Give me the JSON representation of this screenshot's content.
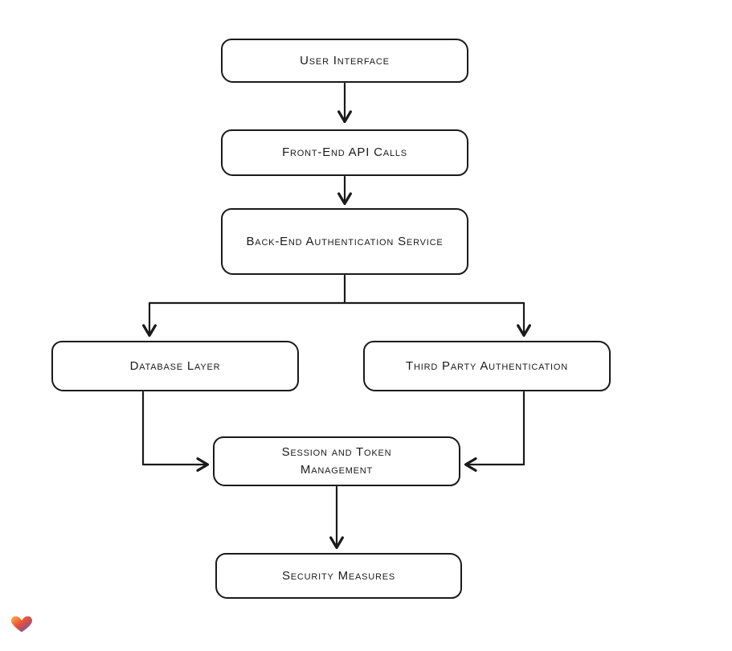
{
  "page": {
    "background_color": "#ffffff"
  },
  "diagram": {
    "type": "flowchart",
    "stroke_color": "#1a1a1a",
    "node_fill": "#ffffff",
    "nodes": {
      "user_interface": {
        "label": "User Interface"
      },
      "front_end_api_calls": {
        "label": "Front-End API Calls"
      },
      "back_end_auth_service": {
        "label": "Back-End Authentication Service"
      },
      "database_layer": {
        "label": "Database Layer"
      },
      "third_party_auth": {
        "label": "Third Party Authentication"
      },
      "session_token_mgmt": {
        "label": "Session and Token Management"
      },
      "security_measures": {
        "label": "Security Measures"
      }
    },
    "edges": [
      {
        "from": "user_interface",
        "to": "front_end_api_calls"
      },
      {
        "from": "front_end_api_calls",
        "to": "back_end_auth_service"
      },
      {
        "from": "back_end_auth_service",
        "to": "database_layer"
      },
      {
        "from": "back_end_auth_service",
        "to": "third_party_auth"
      },
      {
        "from": "database_layer",
        "to": "session_token_mgmt"
      },
      {
        "from": "third_party_auth",
        "to": "session_token_mgmt"
      },
      {
        "from": "session_token_mgmt",
        "to": "security_measures"
      }
    ]
  },
  "branding": {
    "logo_icon": "heart-logo-icon",
    "logo_colors": [
      "#ffb347",
      "#e8503a",
      "#4a57c9"
    ]
  }
}
